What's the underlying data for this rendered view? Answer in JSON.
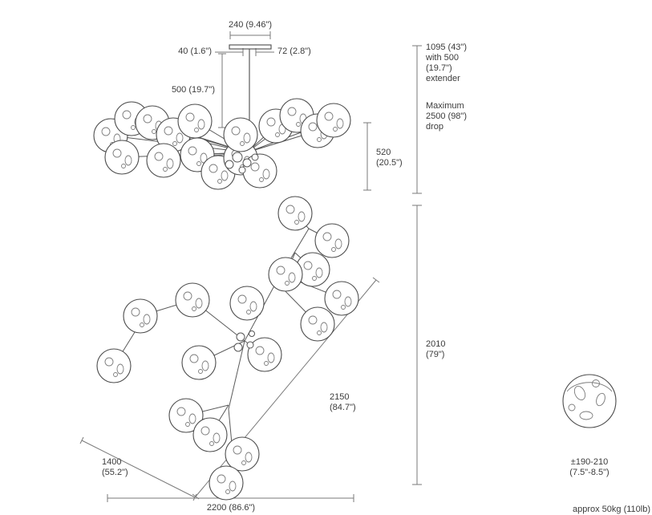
{
  "page": {
    "background": "#ffffff",
    "line_color": "#4c4c4c",
    "dimension_line_color": "#7a7a7a",
    "text_color": "#3b3b3b"
  },
  "side_view": {
    "labels": {
      "canopy_width": "240 (9.46\")",
      "stem_offset_left": "40 (1.6\")",
      "stem_offset_right": "72 (2.8\")",
      "rod_length": "500 (19.7\")",
      "fixture_height": "520\n(20.5\")",
      "overall_drop": "1095 (43\")\nwith 500\n(19.7\")\nextender",
      "max_drop": "Maximum\n2500 (98\")\ndrop"
    }
  },
  "plan_view": {
    "labels": {
      "height": "2010\n(79\")",
      "diagonal_right": "2150\n(84.7\")",
      "diagonal_left": "1400\n(55.2\")",
      "width": "2200 (86.6\")"
    }
  },
  "globe_detail": {
    "diameter": "±190-210\n(7.5\"-8.5\")"
  },
  "weight_note": "approx 50kg (110lb)"
}
